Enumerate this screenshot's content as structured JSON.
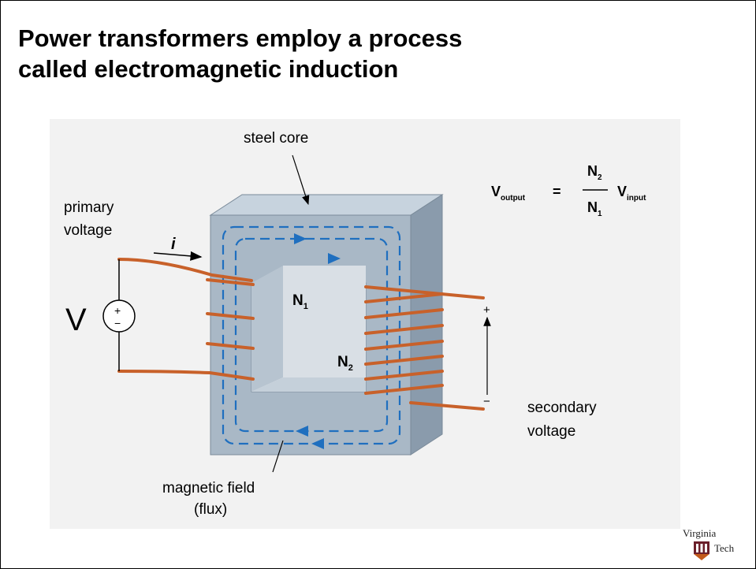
{
  "slide": {
    "title_line1": "Power transformers employ a process",
    "title_line2": "called electromagnetic induction"
  },
  "diagram": {
    "steel_core_label": "steel core",
    "primary_label_line1": "primary",
    "primary_label_line2": "voltage",
    "current_symbol": "i",
    "source_symbol": "V",
    "source_plus": "+",
    "source_minus": "−",
    "n1_base": "N",
    "n1_sub": "1",
    "n2_base": "N",
    "n2_sub": "2",
    "secondary_plus": "+",
    "secondary_minus": "−",
    "secondary_label_line1": "secondary",
    "secondary_label_line2": "voltage",
    "flux_label_line1": "magnetic field",
    "flux_label_line2": "(flux)",
    "primary_turns_shown": 4,
    "secondary_turns_shown": 8
  },
  "equation": {
    "lhs_base": "V",
    "lhs_sub": "output",
    "equals": "=",
    "num_base": "N",
    "num_sub": "2",
    "den_base": "N",
    "den_sub": "1",
    "rhs_base": "V",
    "rhs_sub": "input"
  },
  "logo": {
    "word1": "Virginia",
    "word2": "Tech"
  },
  "colors": {
    "core_front": "#a9b8c6",
    "core_top": "#c7d3de",
    "core_side": "#8a9bac",
    "window_back": "#d9dfe5",
    "flux": "#1f6fbf",
    "coil": "#c8612a",
    "text": "#000000",
    "logo_maroon": "#6b1f2a"
  }
}
